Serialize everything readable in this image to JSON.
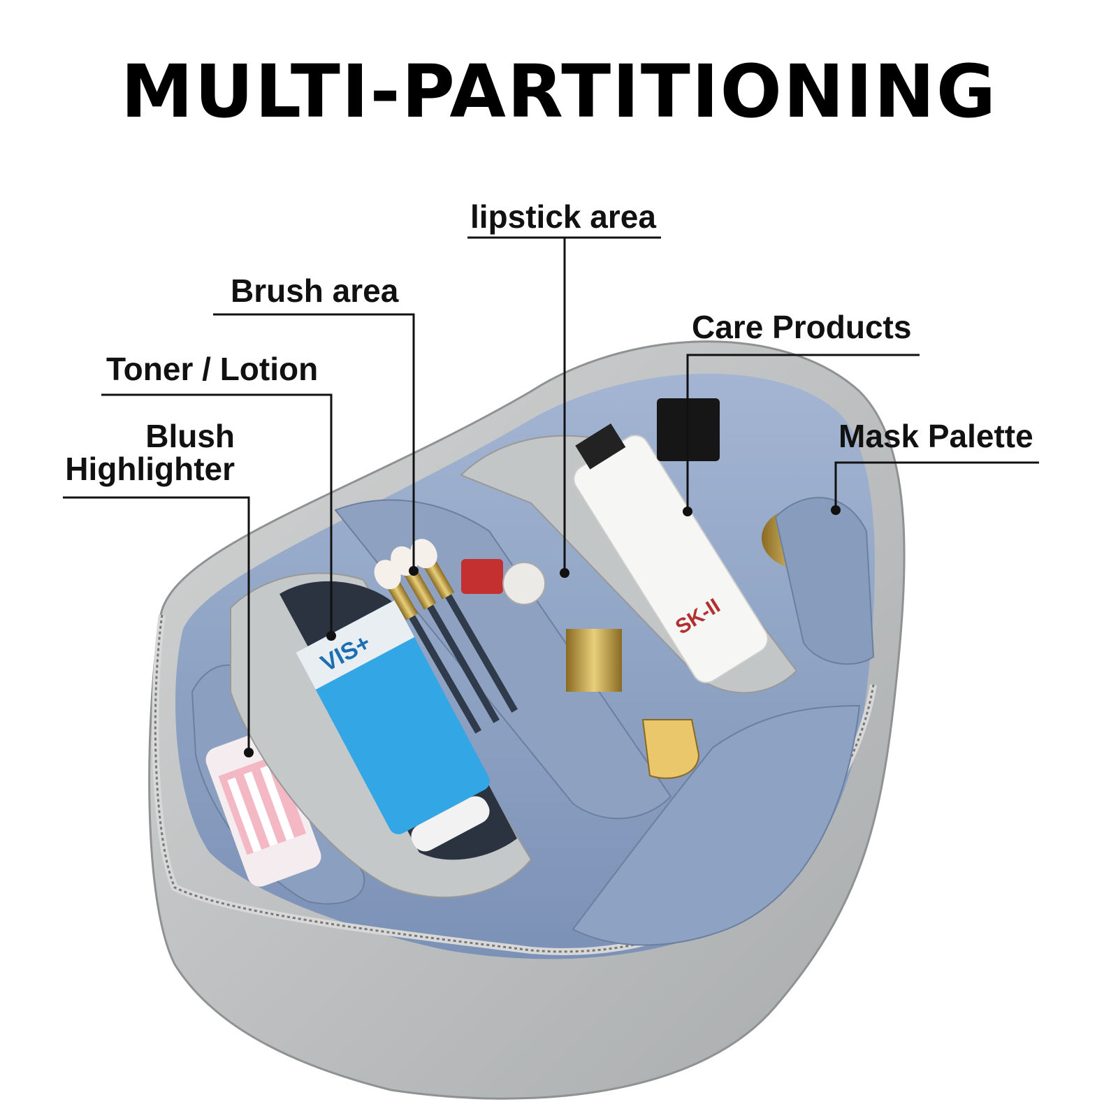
{
  "title": "MULTI-PARTITIONING",
  "labels": {
    "lipstick": "lipstick area",
    "brush": "Brush area",
    "care": "Care Products",
    "toner": "Toner / Lotion",
    "mask": "Mask Palette",
    "blush_line1": "Blush",
    "blush_line2": "Highlighter"
  },
  "product_text": {
    "tube_brand": "VIS+",
    "bottle_brand": "SK-II"
  },
  "colors": {
    "bag_shell": "#b9bbbb",
    "lining": "#8da3c4",
    "line": "#111111"
  }
}
